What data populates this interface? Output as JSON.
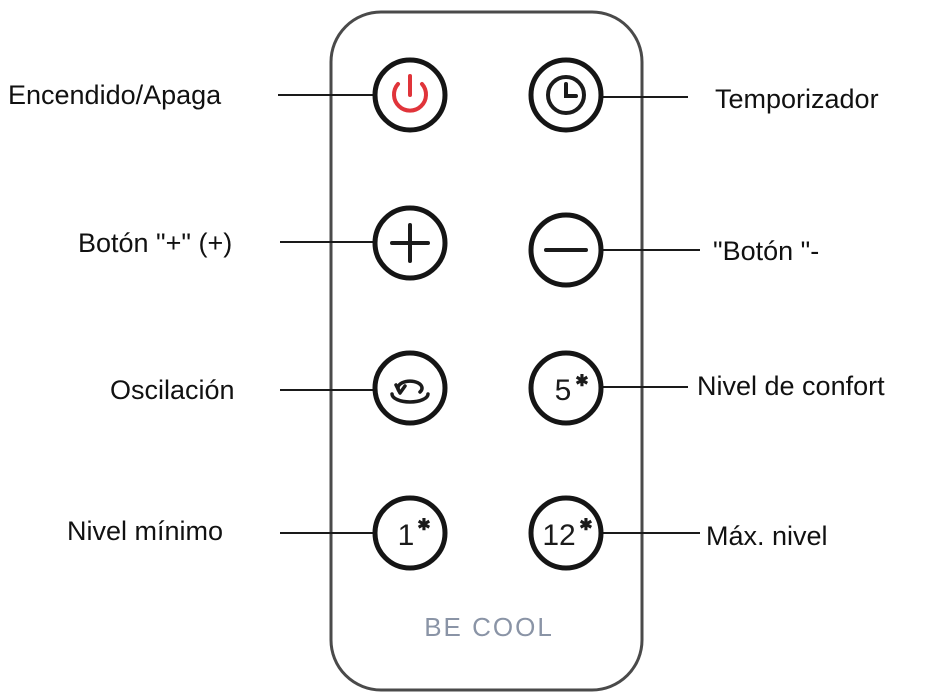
{
  "remote": {
    "brand": "BE COOL",
    "brand_color": "#8a94a6",
    "body_outline_color": "#4a4a4a",
    "power_color": "#e0343a"
  },
  "buttons": {
    "power": {
      "icon": "power-icon"
    },
    "timer": {
      "icon": "clock-icon"
    },
    "plus": {
      "icon": "plus-icon"
    },
    "minus": {
      "icon": "minus-icon"
    },
    "oscillation": {
      "icon": "oscillation-icon"
    },
    "comfort": {
      "icon": "fan-icon",
      "text": "5"
    },
    "min_level": {
      "icon": "fan-icon",
      "text": "1"
    },
    "max_level": {
      "icon": "fan-icon",
      "text": "12"
    }
  },
  "labels": {
    "power": "Encendido/Apaga",
    "timer": "Temporizador",
    "plus": "Botón \"+\" (+)",
    "minus": "\"Botón \"-",
    "oscillation": "Oscilación",
    "comfort": "Nivel de confort",
    "min_level": "Nivel mínimo",
    "max_level": "Máx. nivel"
  }
}
